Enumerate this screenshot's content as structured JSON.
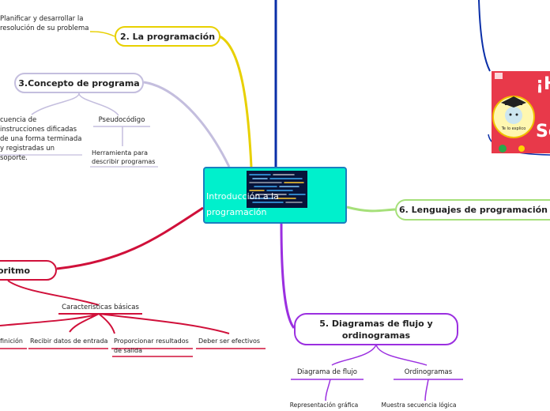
{
  "central": {
    "title": "Introducción a la programación"
  },
  "branches": {
    "programacion": {
      "title": "2. La programación",
      "text": "Planificar y desarrollar la resolución de su  problema"
    },
    "concepto": {
      "title": "3.Concepto de programa",
      "text": "cuencia de instrucciones dificadas de una forma terminada y registradas un soporte.",
      "child": "Pseudocódigo",
      "grandchild": "Herramienta para describir programas"
    },
    "algoritmo": {
      "title": "oritmo",
      "child": "Características básicas",
      "items": [
        "finición",
        "Recibir datos de entrada",
        "Proporcionar resultados de salida",
        "Deber  ser efectivos"
      ]
    },
    "diagramas": {
      "title": "5. Diagramas de flujo y ordinogramas",
      "children": [
        "Diagrama de  flujo",
        "Ordinogramas"
      ],
      "grandchildren": [
        "Representación gráfica",
        "Muestra secuencia lógica"
      ]
    },
    "lenguajes": {
      "title": "6. Lenguajes de programación"
    }
  },
  "poster": {
    "text_top": "¡H",
    "text_bottom": "Se",
    "badge": "Te lo explico"
  },
  "colors": {
    "yellow": "#e8d000",
    "lavender": "#c4bede",
    "crimson": "#d0103a",
    "purple": "#9b2fe0",
    "green": "#a6e07a",
    "navy": "#0a2fa8",
    "central": "#00f0cc"
  }
}
